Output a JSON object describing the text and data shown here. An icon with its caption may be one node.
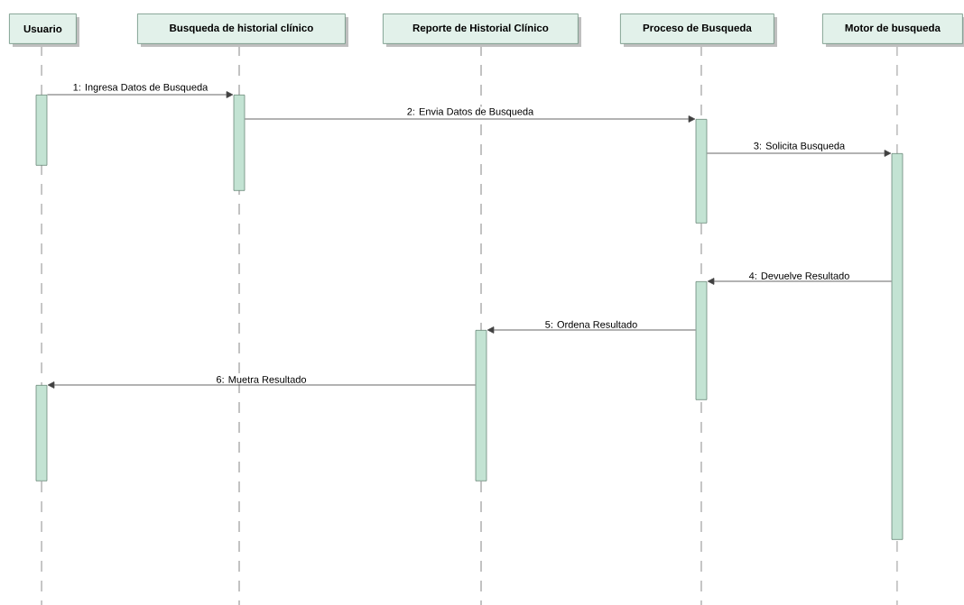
{
  "diagram": {
    "nodes": [
      {
        "text": [
          "Usuario"
        ]
      },
      {
        "text": [
          "Busqueda de historial clínico"
        ]
      },
      {
        "text": [
          "Reporte de Historial Clínico"
        ]
      },
      {
        "text": [
          "Proceso de Busqueda"
        ]
      },
      {
        "text": [
          "Motor de busqueda"
        ]
      },
      {
        "text": [],
        "shape": "bar"
      },
      {
        "text": [],
        "shape": "bar"
      },
      {
        "text": [],
        "shape": "bar"
      },
      {
        "text": [],
        "shape": "bar"
      },
      {
        "text": [],
        "shape": "bar"
      },
      {
        "text": [],
        "shape": "bar"
      },
      {
        "text": [],
        "shape": "bar"
      }
    ],
    "edges": [
      {
        "from": 5,
        "to": 6,
        "arrow": "to",
        "label": "1: Ingresa Datos de Busqueda"
      },
      {
        "from": 6,
        "to": 7,
        "arrow": "to",
        "label": "2: Envia Datos de Busqueda"
      },
      {
        "from": 7,
        "to": 8,
        "arrow": "to",
        "label": "3: Solicita Busqueda"
      },
      {
        "from": 8,
        "to": 9,
        "arrow": "to",
        "label": "4: Devuelve Resultado"
      },
      {
        "from": 9,
        "to": 10,
        "arrow": "to",
        "label": "5: Ordena Resultado"
      },
      {
        "from": 10,
        "to": 11,
        "arrow": "to",
        "label": "6: Muetra Resultado"
      }
    ]
  }
}
